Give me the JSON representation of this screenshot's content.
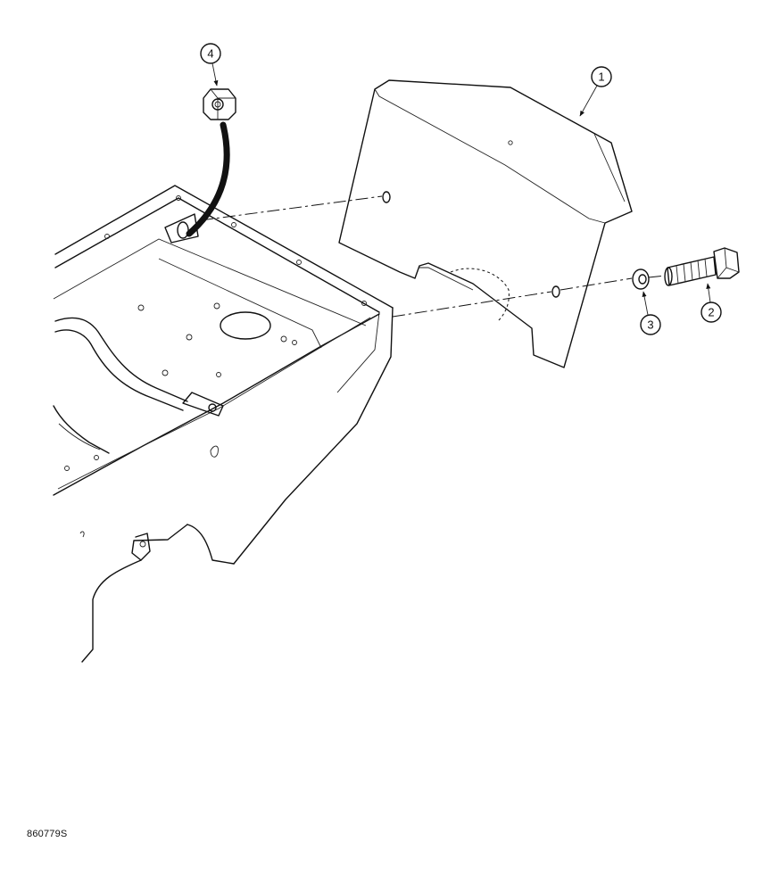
{
  "callouts": [
    {
      "id": "1",
      "label": "1",
      "part": "cover"
    },
    {
      "id": "2",
      "label": "2",
      "part": "bolt"
    },
    {
      "id": "3",
      "label": "3",
      "part": "washer"
    },
    {
      "id": "4",
      "label": "4",
      "part": "nut"
    }
  ],
  "figure_code": "860779S"
}
